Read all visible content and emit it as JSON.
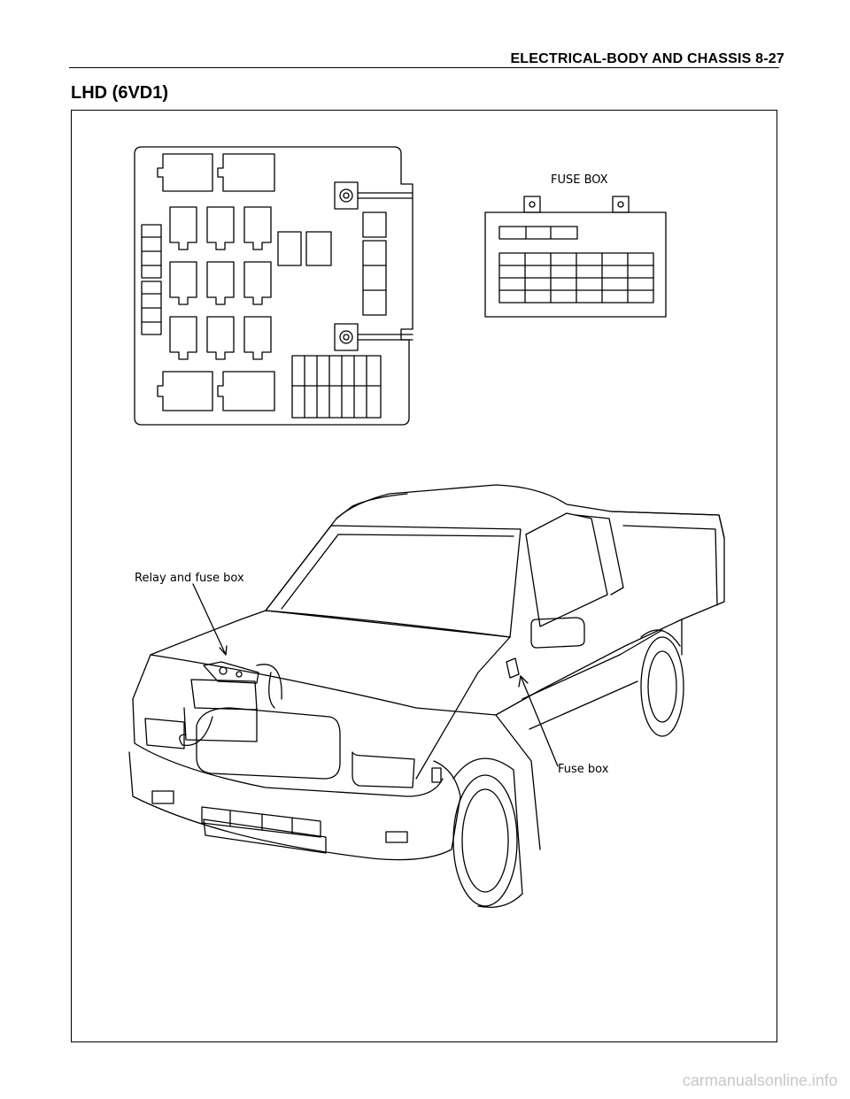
{
  "header": {
    "title": "ELECTRICAL-BODY AND CHASSIS  8-27"
  },
  "section": {
    "title": "LHD (6VD1)"
  },
  "figure": {
    "labels": {
      "fuse_box_heading": "FUSE BOX",
      "relay_and_fuse_box": "Relay and fuse box",
      "fuse_box": "Fuse box"
    }
  },
  "watermark": {
    "text": "carmanualsonline.info"
  }
}
